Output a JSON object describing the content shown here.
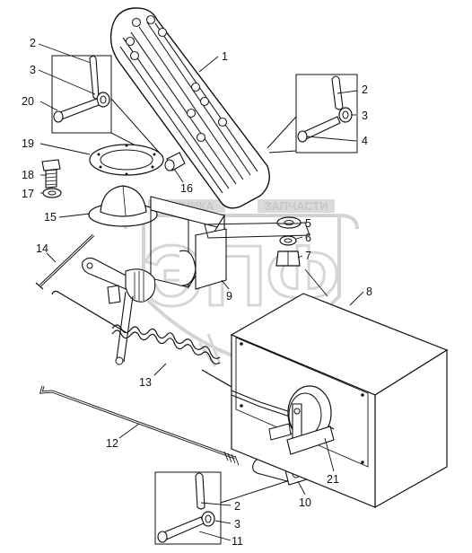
{
  "watermark": {
    "brand_left": "ТЕХНИКА",
    "brand_right": "ЗАПЧАСТИ",
    "letters": "ЭПФ"
  },
  "labels": [
    {
      "id": "pedal",
      "text": "1"
    },
    {
      "id": "pin-top-right",
      "text": "2"
    },
    {
      "id": "washer-top-right",
      "text": "3"
    },
    {
      "id": "pin-axle-top-right",
      "text": "4"
    },
    {
      "id": "pin-top-left",
      "text": "2"
    },
    {
      "id": "washer-top-left",
      "text": "3"
    },
    {
      "id": "pin-axle-top-left",
      "text": "20"
    },
    {
      "id": "ring-plate",
      "text": "19"
    },
    {
      "id": "bolt",
      "text": "18"
    },
    {
      "id": "bolt-washer",
      "text": "17"
    },
    {
      "id": "fitting",
      "text": "16"
    },
    {
      "id": "boot",
      "text": "15"
    },
    {
      "id": "flat-washer",
      "text": "5"
    },
    {
      "id": "spring-washer",
      "text": "6"
    },
    {
      "id": "nut",
      "text": "7"
    },
    {
      "id": "rod-short",
      "text": "14"
    },
    {
      "id": "bracket",
      "text": "9"
    },
    {
      "id": "box",
      "text": "8"
    },
    {
      "id": "spring",
      "text": "13"
    },
    {
      "id": "rod-long",
      "text": "12"
    },
    {
      "id": "link-bracket",
      "text": "21"
    },
    {
      "id": "clevis",
      "text": "10"
    },
    {
      "id": "pin-bottom",
      "text": "2"
    },
    {
      "id": "washer-bottom",
      "text": "3"
    },
    {
      "id": "pin-axle-bottom",
      "text": "11"
    }
  ]
}
